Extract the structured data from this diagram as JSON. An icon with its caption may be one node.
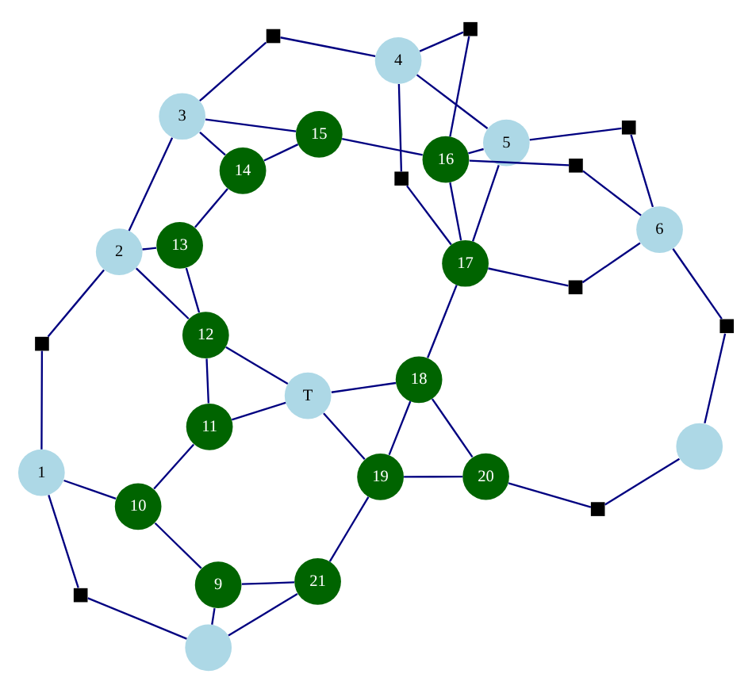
{
  "diagram": {
    "nodes": [
      {
        "text": [],
        "shape": "circle"
      },
      {
        "text": [],
        "shape": "circle"
      },
      {
        "text": [],
        "shape": "box"
      },
      {
        "text": [],
        "shape": "box"
      },
      {
        "text": [],
        "shape": "box"
      },
      {
        "text": [
          "1"
        ]
      },
      {
        "text": [
          "9"
        ]
      },
      {
        "text": [
          "21"
        ]
      },
      {
        "text": [
          "19"
        ]
      },
      {
        "text": [
          "20"
        ]
      },
      {
        "text": [
          "6"
        ]
      },
      {
        "text": [
          "10"
        ]
      },
      {
        "text": [
          "18"
        ]
      },
      {
        "text": [],
        "shape": "box"
      },
      {
        "text": [
          "11"
        ]
      },
      {
        "text": [
          "T"
        ]
      },
      {
        "text": [
          "17"
        ]
      },
      {
        "text": [],
        "shape": "box"
      },
      {
        "text": [],
        "shape": "box"
      },
      {
        "text": [],
        "shape": "box"
      },
      {
        "text": [
          "12"
        ]
      },
      {
        "text": [
          "16"
        ]
      },
      {
        "text": [
          "5"
        ]
      },
      {
        "text": [],
        "shape": "box"
      },
      {
        "text": [
          "13"
        ]
      },
      {
        "text": [
          "14"
        ]
      },
      {
        "text": [
          "15"
        ]
      },
      {
        "text": [],
        "shape": "box"
      },
      {
        "text": [
          "2"
        ]
      },
      {
        "text": [
          "4"
        ]
      },
      {
        "text": [],
        "shape": "box"
      },
      {
        "text": [
          "3"
        ]
      }
    ],
    "edges": [
      {
        "from": 0,
        "to": 2,
        "arrow": "none"
      },
      {
        "from": 2,
        "to": 5,
        "arrow": "none"
      },
      {
        "from": 0,
        "to": 6,
        "arrow": "none"
      },
      {
        "from": 0,
        "to": 7,
        "arrow": "none"
      },
      {
        "from": 1,
        "to": 3,
        "arrow": "none"
      },
      {
        "from": 3,
        "to": 9,
        "arrow": "none"
      },
      {
        "from": 1,
        "to": 4,
        "arrow": "none"
      },
      {
        "from": 4,
        "to": 10,
        "arrow": "none"
      },
      {
        "from": 5,
        "to": 11,
        "arrow": "none"
      },
      {
        "from": 5,
        "to": 19,
        "arrow": "none"
      },
      {
        "from": 19,
        "to": 28,
        "arrow": "none"
      },
      {
        "from": 6,
        "to": 7,
        "arrow": "none"
      },
      {
        "from": 7,
        "to": 8,
        "arrow": "none"
      },
      {
        "from": 8,
        "to": 9,
        "arrow": "none"
      },
      {
        "from": 6,
        "to": 11,
        "arrow": "none"
      },
      {
        "from": 8,
        "to": 15,
        "arrow": "none"
      },
      {
        "from": 8,
        "to": 12,
        "arrow": "none"
      },
      {
        "from": 9,
        "to": 12,
        "arrow": "none"
      },
      {
        "from": 11,
        "to": 14,
        "arrow": "none"
      },
      {
        "from": 14,
        "to": 20,
        "arrow": "none"
      },
      {
        "from": 14,
        "to": 15,
        "arrow": "none"
      },
      {
        "from": 20,
        "to": 15,
        "arrow": "none"
      },
      {
        "from": 15,
        "to": 12,
        "arrow": "none"
      },
      {
        "from": 12,
        "to": 16,
        "arrow": "none"
      },
      {
        "from": 16,
        "to": 21,
        "arrow": "none"
      },
      {
        "from": 10,
        "to": 13,
        "arrow": "none"
      },
      {
        "from": 13,
        "to": 16,
        "arrow": "none"
      },
      {
        "from": 10,
        "to": 17,
        "arrow": "none"
      },
      {
        "from": 17,
        "to": 21,
        "arrow": "none"
      },
      {
        "from": 10,
        "to": 18,
        "arrow": "none"
      },
      {
        "from": 18,
        "to": 22,
        "arrow": "none"
      },
      {
        "from": 16,
        "to": 22,
        "arrow": "none"
      },
      {
        "from": 21,
        "to": 22,
        "arrow": "none"
      },
      {
        "from": 16,
        "to": 23,
        "arrow": "none"
      },
      {
        "from": 23,
        "to": 29,
        "arrow": "none"
      },
      {
        "from": 21,
        "to": 27,
        "arrow": "none"
      },
      {
        "from": 27,
        "to": 29,
        "arrow": "none"
      },
      {
        "from": 22,
        "to": 29,
        "arrow": "none"
      },
      {
        "from": 20,
        "to": 24,
        "arrow": "none"
      },
      {
        "from": 24,
        "to": 25,
        "arrow": "none"
      },
      {
        "from": 25,
        "to": 26,
        "arrow": "none"
      },
      {
        "from": 26,
        "to": 21,
        "arrow": "none"
      },
      {
        "from": 28,
        "to": 20,
        "arrow": "none"
      },
      {
        "from": 28,
        "to": 24,
        "arrow": "none"
      },
      {
        "from": 28,
        "to": 31,
        "arrow": "none"
      },
      {
        "from": 25,
        "to": 31,
        "arrow": "none"
      },
      {
        "from": 26,
        "to": 31,
        "arrow": "none"
      },
      {
        "from": 31,
        "to": 30,
        "arrow": "none"
      },
      {
        "from": 30,
        "to": 29,
        "arrow": "none"
      }
    ]
  }
}
